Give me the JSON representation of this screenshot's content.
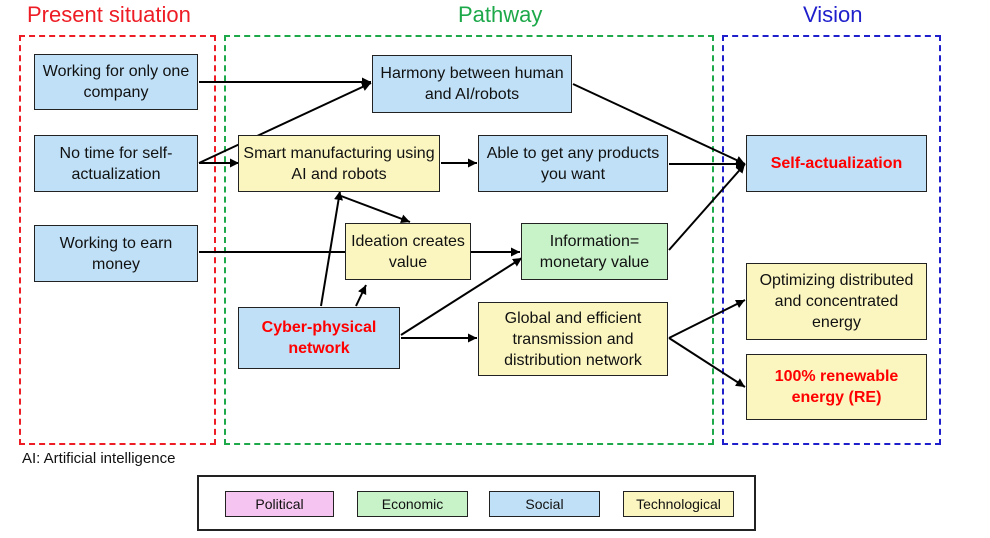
{
  "sections": {
    "present": {
      "title": "Present situation",
      "color": "#ee1c25"
    },
    "pathway": {
      "title": "Pathway",
      "color": "#1da84a"
    },
    "vision": {
      "title": "Vision",
      "color": "#1f1fcc"
    }
  },
  "nodes": {
    "n1": {
      "text": "Working for only one company",
      "category": "Social"
    },
    "n2": {
      "text": "No time for self-actualization",
      "category": "Social"
    },
    "n3": {
      "text": "Working to earn money",
      "category": "Social"
    },
    "n4": {
      "text": "Harmony between human and AI/robots",
      "category": "Social"
    },
    "n5": {
      "text": "Smart manufacturing using AI and robots",
      "category": "Technological"
    },
    "n6": {
      "text": "Able to get any products you want",
      "category": "Social"
    },
    "n7": {
      "text": "Ideation creates value",
      "category": "Technological"
    },
    "n8": {
      "text": "Information= monetary value",
      "category": "Economic"
    },
    "n9": {
      "text": "Cyber-physical network",
      "category": "Social"
    },
    "n10": {
      "text": "Global and efficient transmission and distribution network",
      "category": "Technological"
    },
    "n11": {
      "text": "Self-actualization",
      "category": "Social"
    },
    "n12": {
      "text": "Optimizing distributed and concentrated energy",
      "category": "Technological"
    },
    "n13": {
      "text": "100% renewable energy (RE)",
      "category": "Technological"
    }
  },
  "edges": [
    [
      "n1",
      "n4"
    ],
    [
      "n2",
      "n4"
    ],
    [
      "n2",
      "n5"
    ],
    [
      "n5",
      "n6"
    ],
    [
      "n5",
      "n7"
    ],
    [
      "n3",
      "n8"
    ],
    [
      "n9",
      "n5"
    ],
    [
      "n9",
      "n7"
    ],
    [
      "n9",
      "n8"
    ],
    [
      "n9",
      "n10"
    ],
    [
      "n4",
      "n11"
    ],
    [
      "n6",
      "n11"
    ],
    [
      "n8",
      "n11"
    ],
    [
      "n10",
      "n12"
    ],
    [
      "n10",
      "n13"
    ]
  ],
  "footnote": "AI: Artificial intelligence",
  "legend": {
    "political": "Political",
    "economic": "Economic",
    "social": "Social",
    "technological": "Technological"
  },
  "colors": {
    "social": "#bfe0f7",
    "economic": "#c8f2c8",
    "technological": "#fbf6c0",
    "political": "#f6c4f0",
    "emphasis_text": "#ff0000"
  }
}
